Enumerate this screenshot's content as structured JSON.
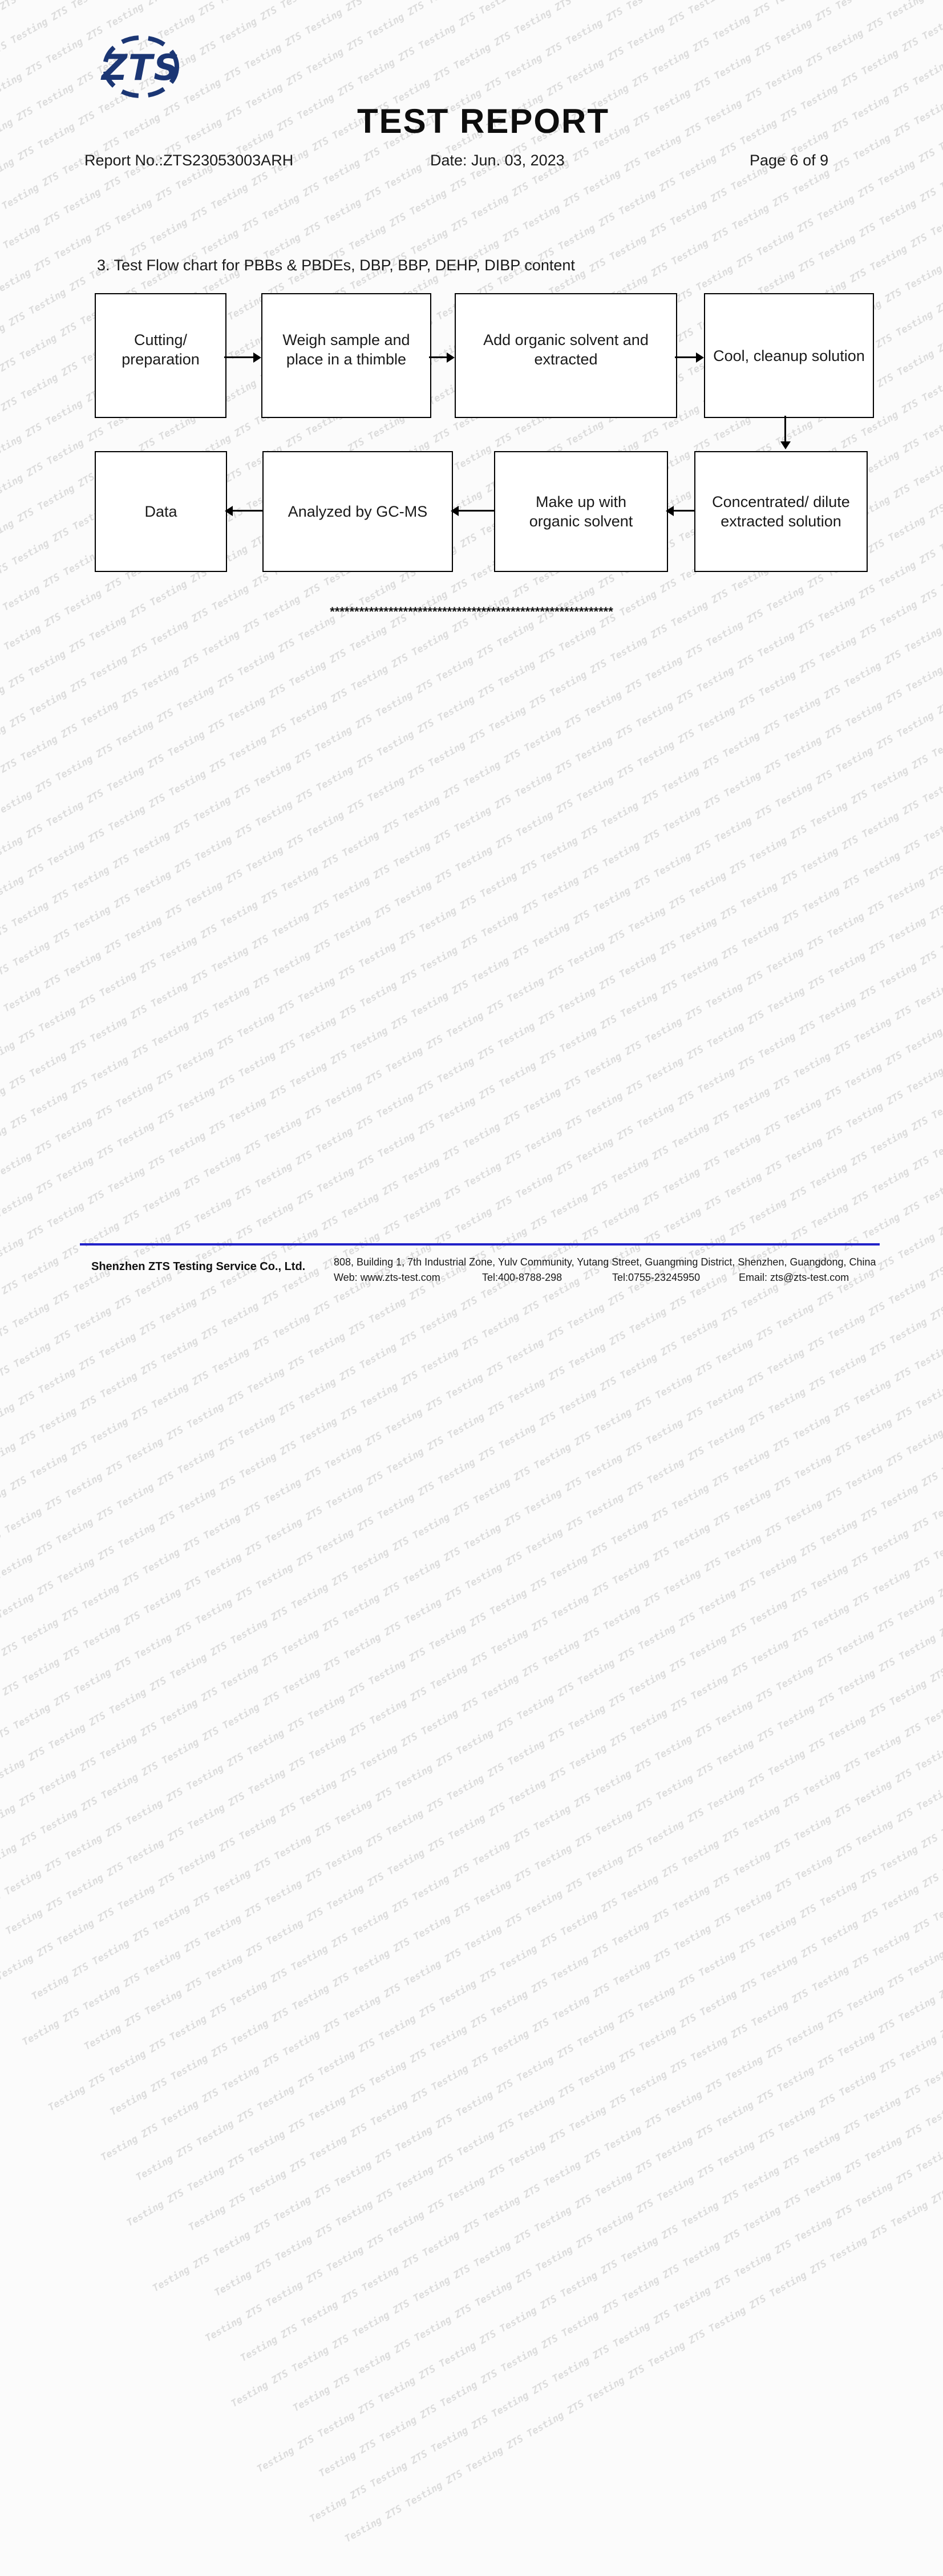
{
  "watermark": {
    "phrase": "Testing ZTS",
    "color": "#dcdcdc"
  },
  "logo": {
    "text": "ZTS",
    "color": "#1b3674"
  },
  "header": {
    "title": "TEST REPORT",
    "report_no": "Report No.:ZTS23053003ARH",
    "date": "Date: Jun. 03, 2023",
    "page": "Page 6 of 9"
  },
  "section": {
    "title": "3. Test Flow chart for PBBs & PBDEs, DBP, BBP, DEHP, DIBP content"
  },
  "flowchart": {
    "boxes": [
      {
        "id": "cutting",
        "label": "Cutting/\npreparation"
      },
      {
        "id": "weigh",
        "label": "Weigh sample and\nplace in a thimble"
      },
      {
        "id": "solvent",
        "label": "Add organic solvent and\nextracted"
      },
      {
        "id": "cool",
        "label": "Cool, cleanup solution"
      },
      {
        "id": "data",
        "label": "Data"
      },
      {
        "id": "gcms",
        "label": "Analyzed by GC-MS"
      },
      {
        "id": "makeup",
        "label": "Make up with\norganic solvent"
      },
      {
        "id": "concentrated",
        "label": "Concentrated/ dilute\nextracted solution"
      }
    ]
  },
  "separator": {
    "asterisks": "**********************************************************"
  },
  "footer": {
    "line_color": "#2121c8",
    "company": "Shenzhen ZTS Testing Service Co., Ltd.",
    "address": "808, Building 1, 7th Industrial Zone, Yulv Community, Yutang Street, Guangming District, Shenzhen, Guangdong, China",
    "web": "Web: www.zts-test.com",
    "tel1": "Tel:400-8788-298",
    "tel2": "Tel:0755-23245950",
    "email": "Email: zts@zts-test.com"
  }
}
